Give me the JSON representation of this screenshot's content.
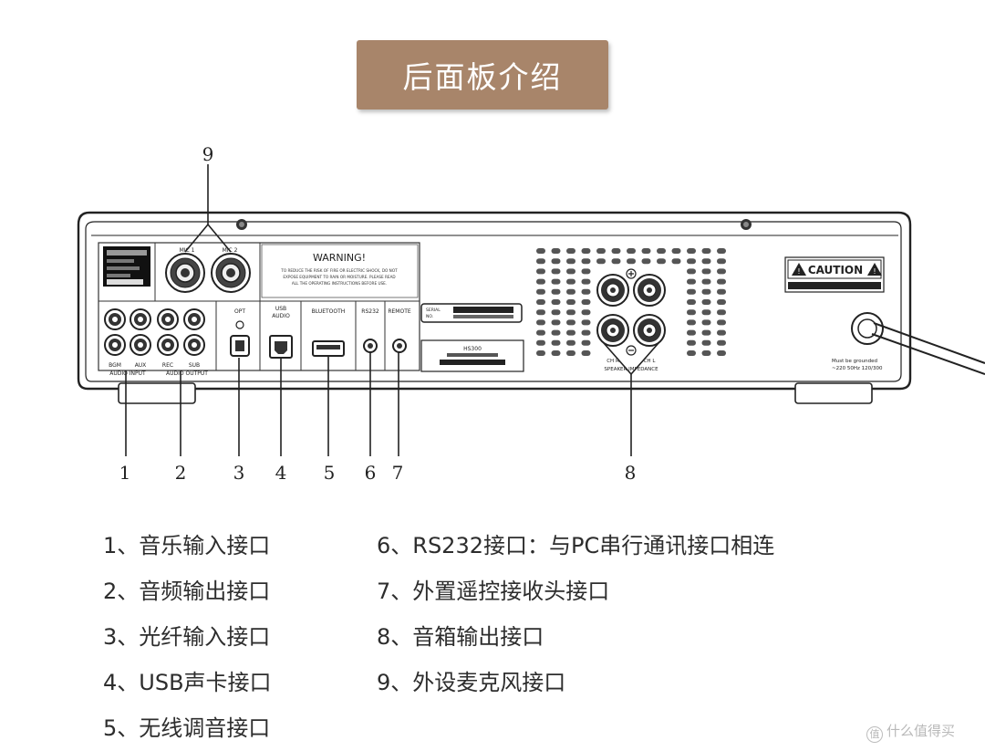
{
  "title": "后面板介绍",
  "panel": {
    "mic1": "MIC 1",
    "mic2": "MIC 2",
    "warning_title": "WARNING!",
    "warning_line1": "TO REDUCE THE RISK OF FIRE OR ELECTRIC SHOCK, DO NOT",
    "warning_line2": "EXPOSE EQUIPMENT TO RAIN OR MOISTURE. PLEASE READ",
    "warning_line3": "ALL THE OPERATING INSTRUCTIONS BEFORE USE.",
    "bgm": "BGM",
    "aux": "AUX",
    "rec": "REC",
    "sub": "SUB",
    "audio_input": "AUDIO INPUT",
    "audio_output": "AUDIO OUTPUT",
    "opt": "OPT",
    "usb_audio_1": "USB",
    "usb_audio_2": "AUDIO",
    "bluetooth": "BLUETOOTH",
    "rs232": "RS232",
    "remote": "REMOTE",
    "serial_label_1": "SERIAL",
    "serial_label_2": "NO.",
    "model": "HS300",
    "caution": "CAUTION",
    "ground_1": "Must be grounded",
    "ground_2": "~220 50Hz 120/300",
    "speaker_impedance": "SPEAKER IMPEDANCE",
    "ch_r": "CH R",
    "ch_l": "CH L"
  },
  "callouts": [
    {
      "id": "1",
      "label": "1"
    },
    {
      "id": "2",
      "label": "2"
    },
    {
      "id": "3",
      "label": "3"
    },
    {
      "id": "4",
      "label": "4"
    },
    {
      "id": "5",
      "label": "5"
    },
    {
      "id": "6",
      "label": "6"
    },
    {
      "id": "7",
      "label": "7"
    },
    {
      "id": "8",
      "label": "8"
    },
    {
      "id": "9",
      "label": "9"
    }
  ],
  "legend": [
    "1、音乐输入接口",
    "2、音频输出接口",
    "3、光纤输入接口",
    "4、USB声卡接口",
    "5、无线调音接口",
    "6、RS232接口：与PC串行通讯接口相连",
    "7、外置遥控接收头接口",
    "8、音箱输出接口",
    "9、外设麦克风接口"
  ],
  "watermark": "什么值得买",
  "watermark_icon": "值"
}
